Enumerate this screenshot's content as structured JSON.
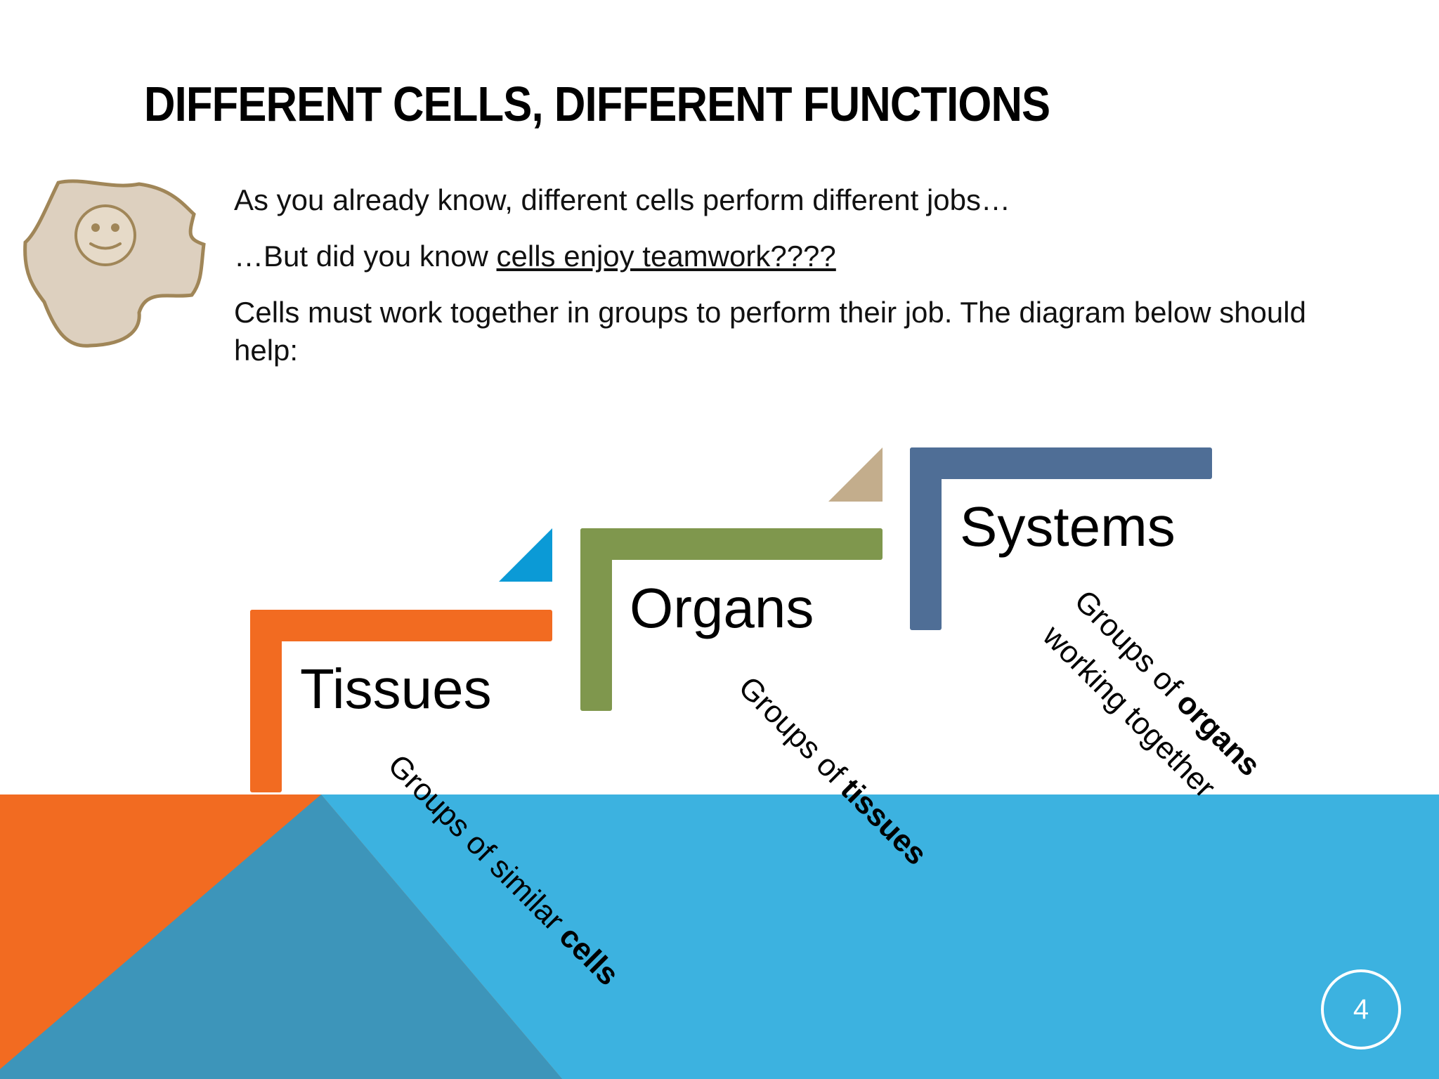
{
  "slide": {
    "title": "DIFFERENT CELLS, DIFFERENT FUNCTIONS",
    "intro": "As you already know, different cells perform different jobs…",
    "teamwork_prefix": "…But did you know ",
    "teamwork_link": "cells enjoy teamwork????",
    "instruction": "Cells must work together in groups to perform their job. The diagram below should help:",
    "page_number": "4"
  },
  "diagram": {
    "steps": [
      {
        "label": "Tissues",
        "color": "#f26b21"
      },
      {
        "label": "Organs",
        "color": "#7f974d"
      },
      {
        "label": "Systems",
        "color": "#4f6e96"
      }
    ],
    "descriptions": {
      "tissues": {
        "prefix": "Groups of similar ",
        "bold": "cells"
      },
      "organs": {
        "prefix": "Groups of ",
        "bold": "tissues"
      },
      "systems": {
        "prefix": "Groups of ",
        "bold": "organs",
        "line2": "working together"
      }
    },
    "arrow_colors": [
      "#0b9ad6",
      "#c3ad8c"
    ]
  },
  "theme": {
    "orange": "#f26b21",
    "blue": "#3cb2e0",
    "steel_blue": "#3d95ba",
    "cell_fill": "#ddd0bf",
    "cell_outline": "#a08658"
  },
  "icons": {
    "cell": "smiley-cell-icon"
  }
}
